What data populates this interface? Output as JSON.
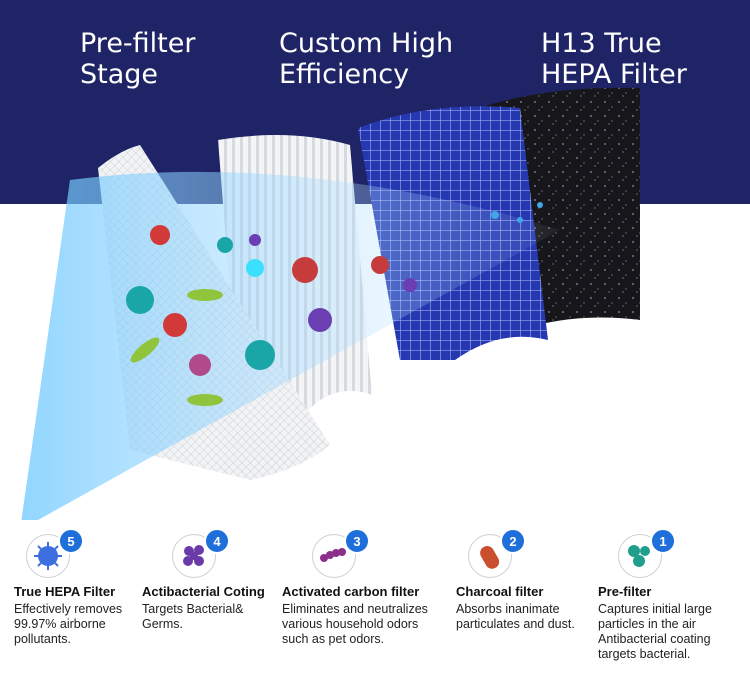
{
  "stages": [
    {
      "line1": "Pre-filter",
      "line2": "Stage"
    },
    {
      "line1": "Custom High",
      "line2": "Efficiency"
    },
    {
      "line1": "H13 True",
      "line2": "HEPA Filter"
    }
  ],
  "steps": [
    {
      "number": "5",
      "icon": "virus-cluster-icon",
      "label": "True HEPA Filter",
      "desc": [
        "Effectively removes",
        "99.97% airborne",
        "pollutants."
      ]
    },
    {
      "number": "4",
      "icon": "bacteria-cluster-icon",
      "label": "Actibacterial Coting",
      "desc": [
        "Targets Bacterial&",
        "Germs."
      ]
    },
    {
      "number": "3",
      "icon": "odor-chain-icon",
      "label": "Activated carbon filter",
      "desc": [
        "Eliminates and neutralizes",
        "various household odors",
        "such as pet odors."
      ]
    },
    {
      "number": "2",
      "icon": "particle-capsule-icon",
      "label": "Charcoal filter",
      "desc": [
        "Absorbs inanimate",
        "particulates and dust."
      ]
    },
    {
      "number": "1",
      "icon": "large-particle-icon",
      "label": "Pre-filter",
      "desc": [
        "Captures initial large",
        "particles in the air",
        "Antibacterial coating",
        "targets bacterial."
      ]
    }
  ],
  "colors": {
    "banner": "#1f2466",
    "badge": "#1e6fd9",
    "hepa": "#1a1a1f",
    "mesh": "#2f42b8"
  }
}
